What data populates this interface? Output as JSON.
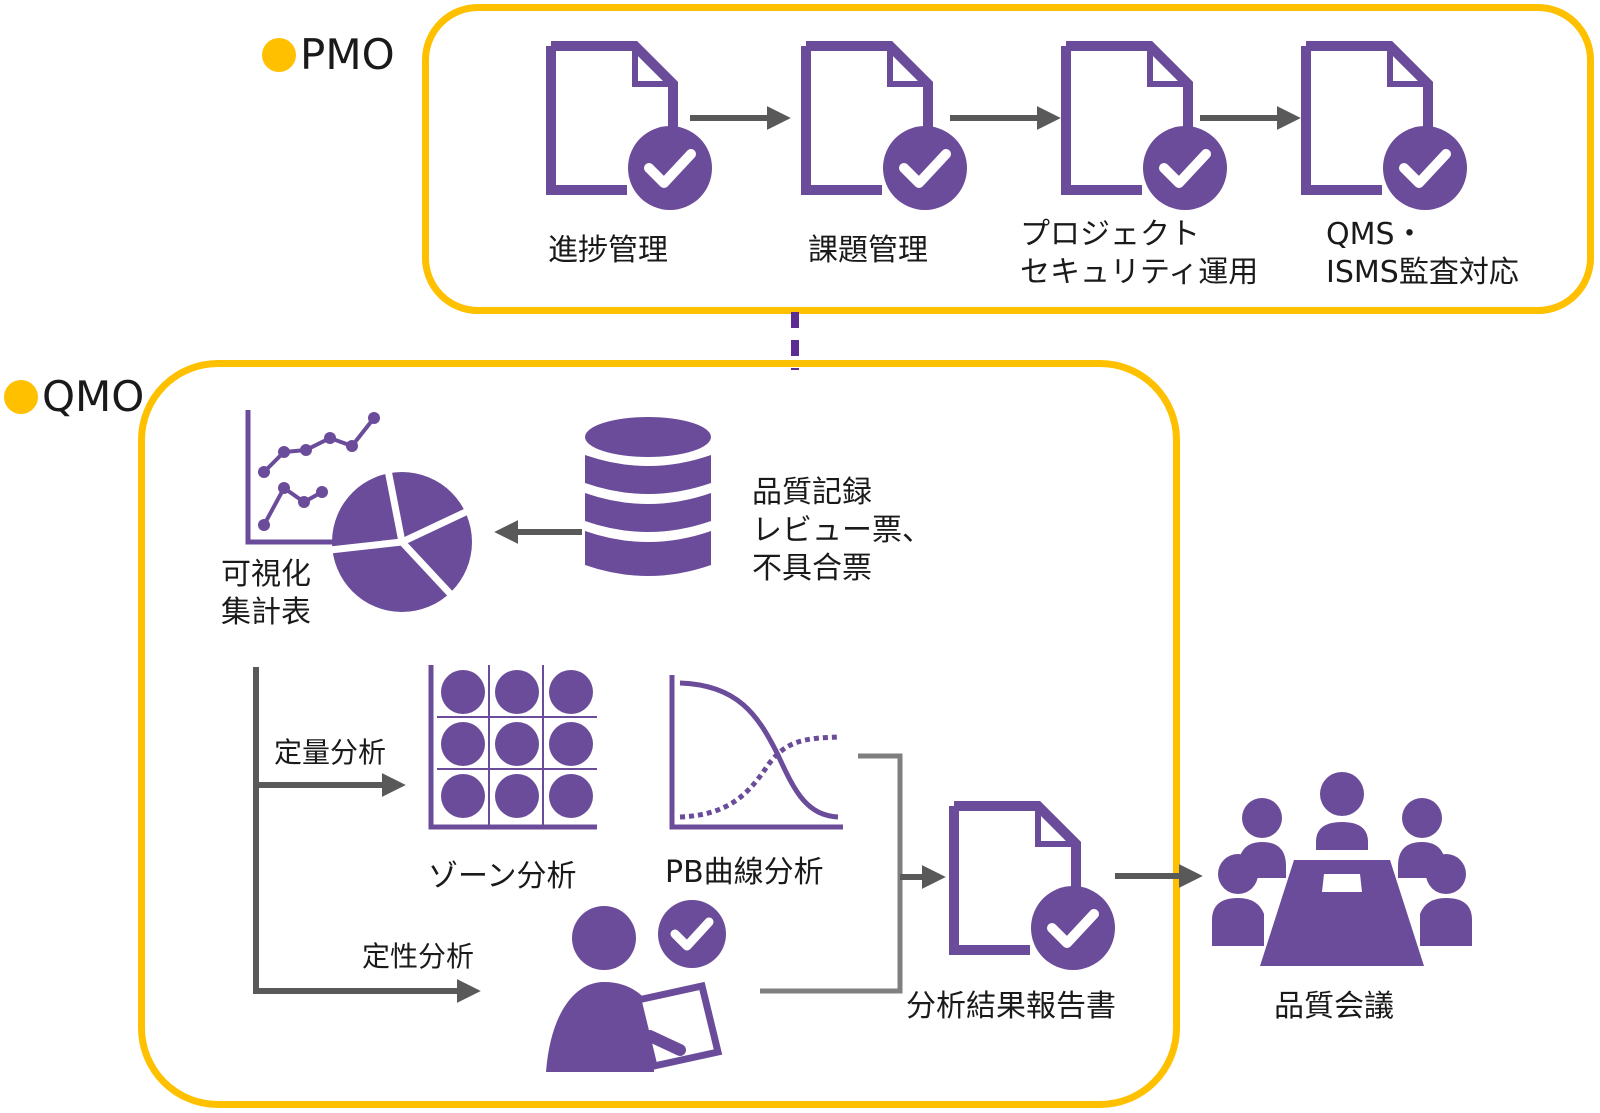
{
  "pmo": {
    "title": "PMO",
    "steps": [
      {
        "label": "進捗管理",
        "icon": "document-check-icon"
      },
      {
        "label": "課題管理",
        "icon": "document-check-icon"
      },
      {
        "label": "プロジェクト\nセキュリティ運用",
        "icon": "document-check-icon"
      },
      {
        "label": "QMS・\nISMS監査対応",
        "icon": "document-check-icon"
      }
    ]
  },
  "qmo": {
    "title": "QMO",
    "database_label": "品質記録\nレビュー票、\n不具合票",
    "visualization_label": "可視化\n集計表",
    "quantitative_label": "定量分析",
    "qualitative_label": "定性分析",
    "zone_label": "ゾーン分析",
    "pb_label": "PB曲線分析",
    "report_label": "分析結果報告書"
  },
  "meeting_label": "品質会議",
  "colors": {
    "accent": "#FFC000",
    "icon": "#6B4C9A",
    "arrow": "#595959",
    "connector": "#5B2C91"
  }
}
